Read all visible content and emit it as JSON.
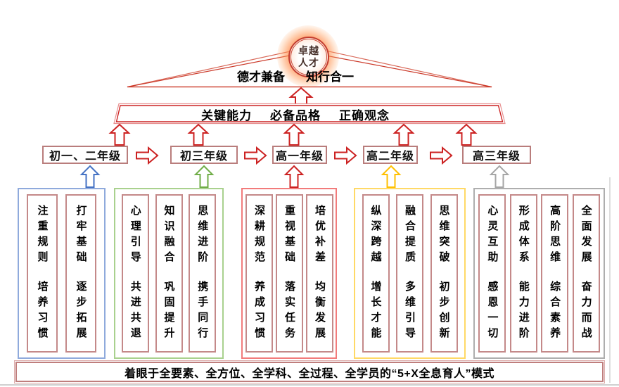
{
  "apex": {
    "line1": "卓越",
    "line2": "人才"
  },
  "triangle_band": {
    "items": [
      "德才兼备",
      "知行合一"
    ]
  },
  "trapezoid_band": {
    "items": [
      "关键能力",
      "必备品格",
      "正确观念"
    ]
  },
  "grades": [
    {
      "label": "初一、二年级"
    },
    {
      "label": "初三年级"
    },
    {
      "label": "高一年级"
    },
    {
      "label": "高二年级"
    },
    {
      "label": "高三年级"
    }
  ],
  "groups": [
    {
      "name": "grade7-8",
      "border_color": "#8faadc",
      "arrow_color": "#4472c4",
      "columns": [
        {
          "line1": "注重规则",
          "line2": "培养习惯"
        },
        {
          "line1": "打牢基础",
          "line2": "逐步拓展"
        }
      ]
    },
    {
      "name": "grade9",
      "border_color": "#a9d18e",
      "arrow_color": "#70ad47",
      "columns": [
        {
          "line1": "心理引导",
          "line2": "共进共退"
        },
        {
          "line1": "知识融合",
          "line2": "巩固提升"
        },
        {
          "line1": "思维进阶",
          "line2": "携手同行"
        }
      ]
    },
    {
      "name": "grade10",
      "border_color": "#f27b7b",
      "arrow_color": "#cc2222",
      "columns": [
        {
          "line1": "深耕规范",
          "line2": "养成习惯"
        },
        {
          "line1": "重视基础",
          "line2": "落实任务"
        },
        {
          "line1": "培优补差",
          "line2": "均衡发展"
        }
      ]
    },
    {
      "name": "grade11",
      "border_color": "#ffd966",
      "arrow_color": "#ffc000",
      "columns": [
        {
          "line1": "纵深跨越",
          "line2": "增长才能"
        },
        {
          "line1": "融合提质",
          "line2": "多维引导"
        },
        {
          "line1": "思维突破",
          "line2": "初步创新"
        }
      ]
    },
    {
      "name": "grade12",
      "border_color": "#aeaeae",
      "arrow_color": "#a6a6a6",
      "columns": [
        {
          "line1": "心灵互助",
          "line2": "感恩一切"
        },
        {
          "line1": "形成体系",
          "line2": "能力进阶"
        },
        {
          "line1": "高阶思维",
          "line2": "综合素养"
        },
        {
          "line1": "全面发展",
          "line2": "奋力而战"
        }
      ]
    }
  ],
  "footer": {
    "text": "着眼于全要素、全方位、全学科、全过程、全学员的“5+X全息育人”模式"
  },
  "colors": {
    "diagram_red": "#cc2222",
    "outline_pink": "#e89090",
    "grade_box_rose": "#b97d7c",
    "column_rose": "#c48989",
    "glow_orange": "#ff8a4a"
  }
}
